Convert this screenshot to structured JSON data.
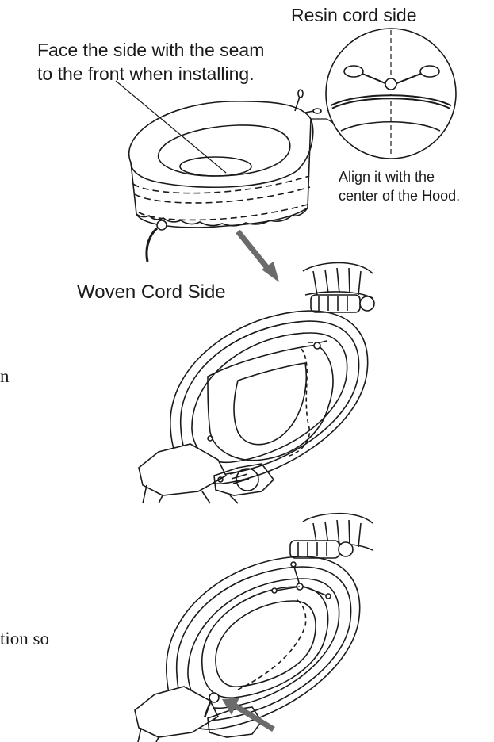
{
  "labels": {
    "resin_cord_side": "Resin cord side",
    "face_seam_line1": "Face the side with the seam",
    "face_seam_line2": "to the front when installing.",
    "align_line1": "Align it with the",
    "align_line2": "center of the Hood.",
    "woven_cord_side": "Woven Cord Side",
    "fragment_1": "n",
    "fragment_2": "tion so"
  },
  "colors": {
    "line": "#1a1a1a",
    "arrow": "#6b6b6b",
    "background": "#ffffff"
  }
}
